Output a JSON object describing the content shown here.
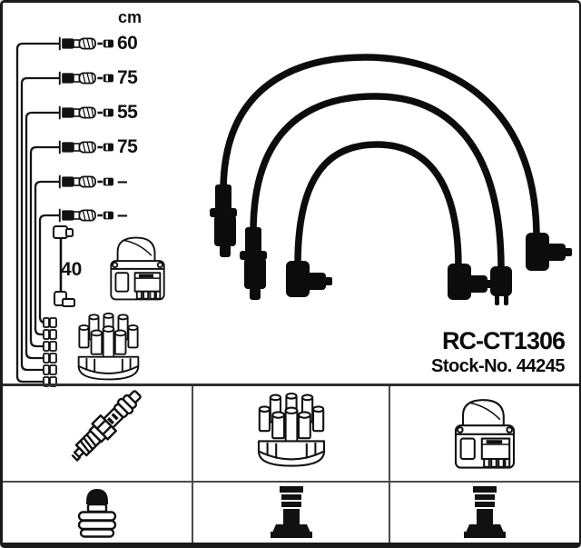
{
  "product": {
    "model": "RC-CT1306",
    "stock": "Stock-No. 44245"
  },
  "length_table": {
    "unit": "cm",
    "values": [
      "60",
      "75",
      "55",
      "75",
      "–",
      "–"
    ],
    "coil_wire": "40"
  },
  "diagram": {
    "cable_rows": 6,
    "loose_cables_shown": 3
  },
  "legend_icons": {
    "top_row": [
      "spark-plug",
      "distributor-cap",
      "ignition-coil"
    ],
    "bottom_row": [
      "terminal-nut-type",
      "terminal-stud-type",
      "terminal-stud-type"
    ]
  },
  "colors": {
    "ink": "#111111",
    "frame": "#1a1a1a",
    "divider": "#4a4a4a",
    "background": "#ffffff"
  }
}
